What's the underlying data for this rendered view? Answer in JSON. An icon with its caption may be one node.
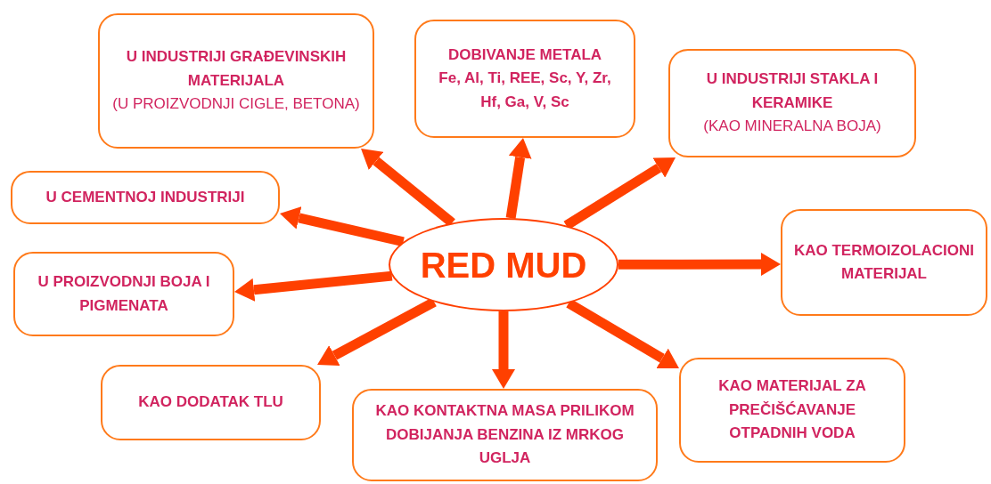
{
  "diagram": {
    "nodes": [
      {
        "text": [
          "U INDUSTRIJI GRAĐEVINSKIH MATERIJALA",
          "(U PROIZVODNJI CIGLE, BETONA)"
        ]
      },
      {
        "text": [
          "DOBIVANJE METALA",
          "Fe, Al, Ti, REE, Sc, Y, Zr, Hf, Ga, V, Sc"
        ]
      },
      {
        "text": [
          "U INDUSTRIJI STAKLA I KERAMIKE",
          "(KAO MINERALNA BOJA)"
        ]
      },
      {
        "text": [
          "U CEMENTNOJ INDUSTRIJI"
        ]
      },
      {
        "text": [
          "U PROIZVODNJI BOJA I PIGMENATA"
        ]
      },
      {
        "text": [
          "RED MUD"
        ]
      },
      {
        "text": [
          "KAO TERMOIZOLACIONI MATERIJAL"
        ]
      },
      {
        "text": [
          "KAO DODATAK TLU"
        ]
      },
      {
        "text": [
          "KAO KONTAKTNA MASA PRILIKOM DOBIJANJA BENZINA IZ MRKOG UGLJA"
        ]
      },
      {
        "text": [
          "KAO MATERIJAL ZA PREČIŠĆAVANJE OTPADNIH VODA"
        ]
      }
    ],
    "edges": [
      {
        "from": 5,
        "to": 0,
        "arrow": "to"
      },
      {
        "from": 5,
        "to": 1,
        "arrow": "to"
      },
      {
        "from": 5,
        "to": 2,
        "arrow": "to"
      },
      {
        "from": 5,
        "to": 3,
        "arrow": "to"
      },
      {
        "from": 5,
        "to": 4,
        "arrow": "to"
      },
      {
        "from": 5,
        "to": 6,
        "arrow": "to"
      },
      {
        "from": 5,
        "to": 7,
        "arrow": "to"
      },
      {
        "from": 5,
        "to": 8,
        "arrow": "to"
      },
      {
        "from": 5,
        "to": 9,
        "arrow": "to"
      }
    ]
  }
}
